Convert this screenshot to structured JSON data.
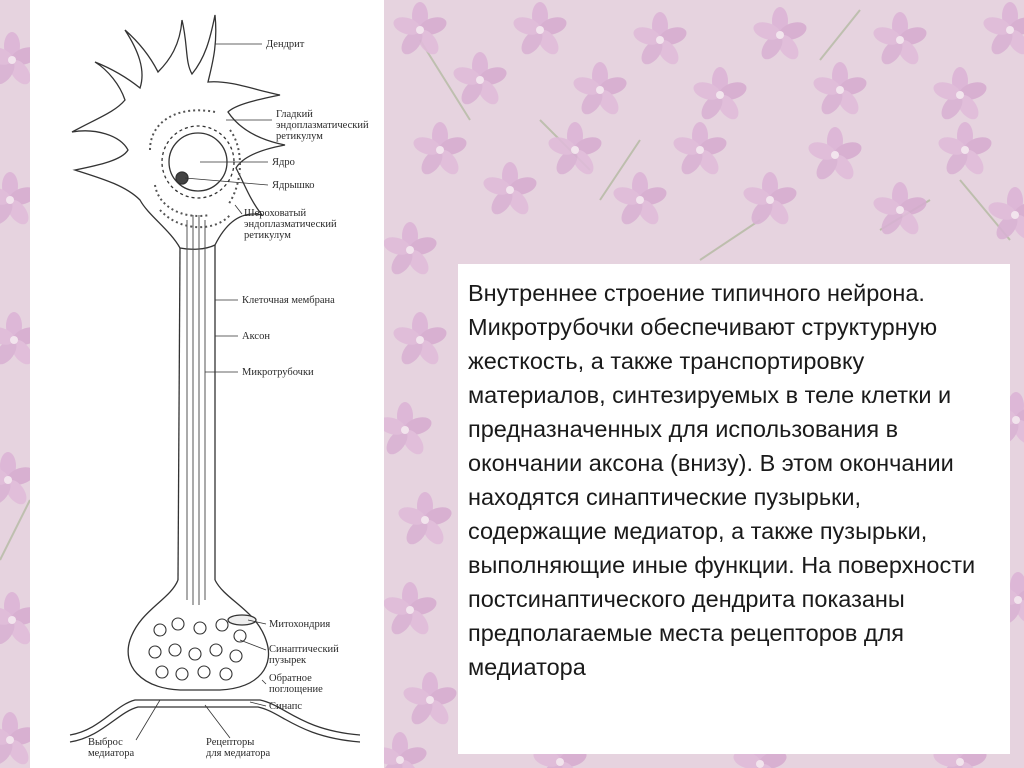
{
  "slide": {
    "background_accent": "#d9b6d4",
    "caption": "Внутреннее строение типичного нейрона. Микротрубочки обеспечивают структурную жесткость, а также транспортировку материалов, синтезируемых в теле клетки и предназначенных для использования в окончании аксона (внизу). В этом окончании находятся синаптические пузырьки, содержащие медиатор, а также пузырьки, выполняющие иные функции. На поверхности постсинаптического дендрита показаны предполагаемые места рецепторов для медиатора"
  },
  "diagram": {
    "labels": {
      "dendrite": "Дендрит",
      "smooth_er": "Гладкий\nэндоплазматический\nретикулум",
      "nucleus": "Ядро",
      "nucleolus": "Ядрышко",
      "rough_er": "Шероховатый\nэндоплазматический\nретикулум",
      "cell_membrane": "Клеточная мембрана",
      "axon": "Аксон",
      "microtubules": "Микротрубочки",
      "mitochondrion": "Митохондрия",
      "synaptic_vesicle": "Синаптический\nпузырек",
      "reuptake": "Обратное\nпоглощение",
      "synapse": "Синапс",
      "transmitter_release": "Выброс\nмедиатора",
      "transmitter_receptors": "Рецепторы\nдля медиатора"
    }
  }
}
